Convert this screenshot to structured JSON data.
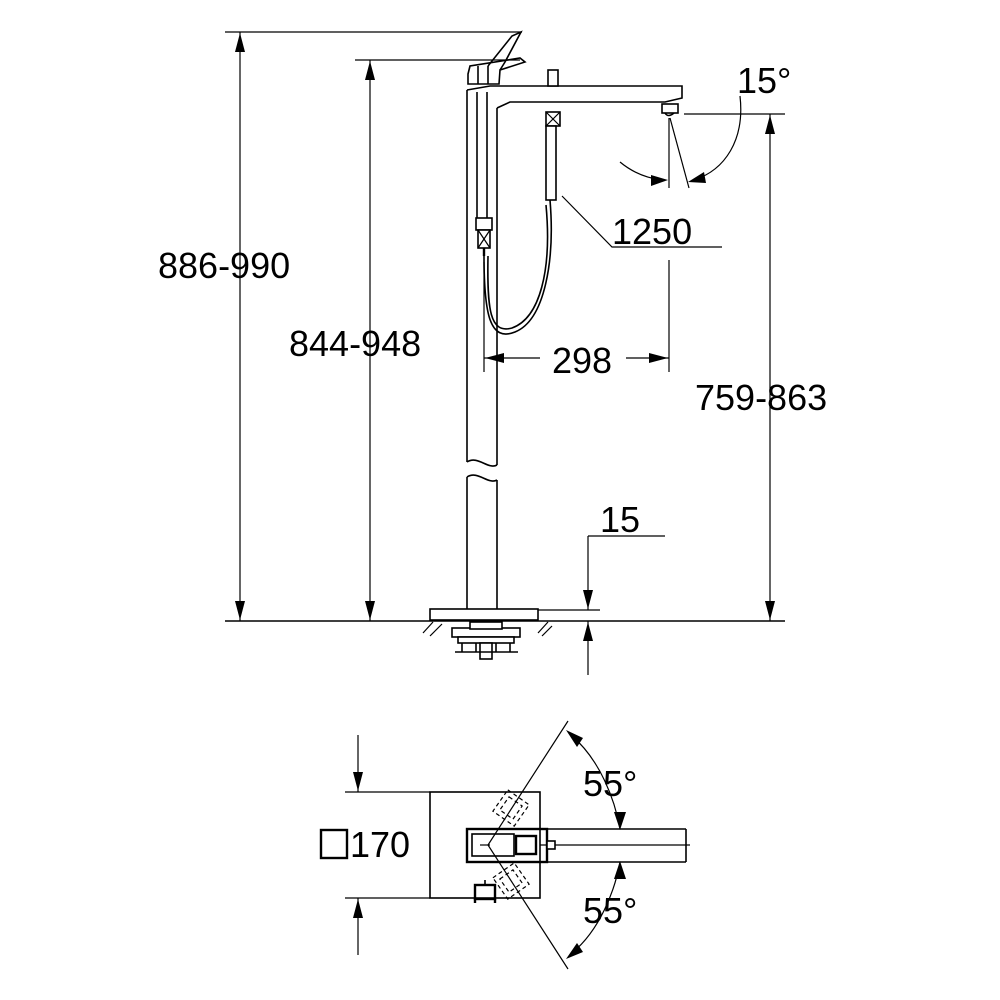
{
  "side_view": {
    "dimensions": {
      "overall_height": "886-990",
      "handle_height": "844-948",
      "spout_height": "759-863",
      "hose_length": "1250",
      "spout_projection": "298",
      "base_thickness": "15",
      "spout_angle": "15°"
    }
  },
  "plan_view": {
    "dimensions": {
      "square_symbol": "□",
      "base_size": "170",
      "swivel_angle_top": "55°",
      "swivel_angle_bottom": "55°"
    }
  }
}
